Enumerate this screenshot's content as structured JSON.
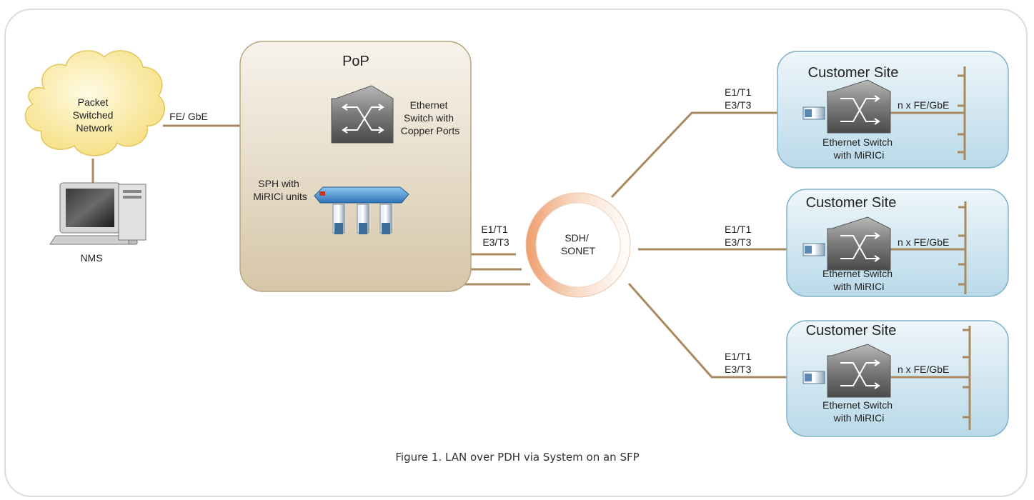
{
  "pop": {
    "title": "PoP"
  },
  "cloud": {
    "line1": "Packet",
    "line2": "Switched",
    "line3": "Network"
  },
  "nms": {
    "label": "NMS"
  },
  "link_fe_gbe": "FE/ GbE",
  "pop_switch": {
    "line1": "Ethernet",
    "line2": "Switch with",
    "line3": "Copper Ports"
  },
  "sph": {
    "line1": "SPH with",
    "line2": "MiRICi units"
  },
  "pop_link": {
    "line1": "E1/T1",
    "line2": "E3/T3"
  },
  "ring": {
    "line1": "SDH/",
    "line2": "SONET"
  },
  "customer_sites": [
    {
      "title": "Customer Site",
      "link1": "E1/T1",
      "link2": "E3/T3",
      "lan": "n x FE/GbE",
      "switch1": "Ethernet Switch",
      "switch2": "with MiRICi"
    },
    {
      "title": "Customer Site",
      "link1": "E1/T1",
      "link2": "E3/T3",
      "lan": "n x FE/GbE",
      "switch1": "Ethernet Switch",
      "switch2": "with MiRICi"
    },
    {
      "title": "Customer Site",
      "link1": "E1/T1",
      "link2": "E3/T3",
      "lan": "n x FE/GbE",
      "switch1": "Ethernet Switch",
      "switch2": "with MiRICi"
    }
  ],
  "caption": "Figure 1.  LAN over PDH via System on an SFP",
  "colors": {
    "link": "#a88a5e",
    "pop_fill": "#e6dccb",
    "site_fill": "#d3e8f2",
    "site_border": "#7fb0c8",
    "cloud": "#fbe9a0",
    "ring": "#f3b48c"
  }
}
